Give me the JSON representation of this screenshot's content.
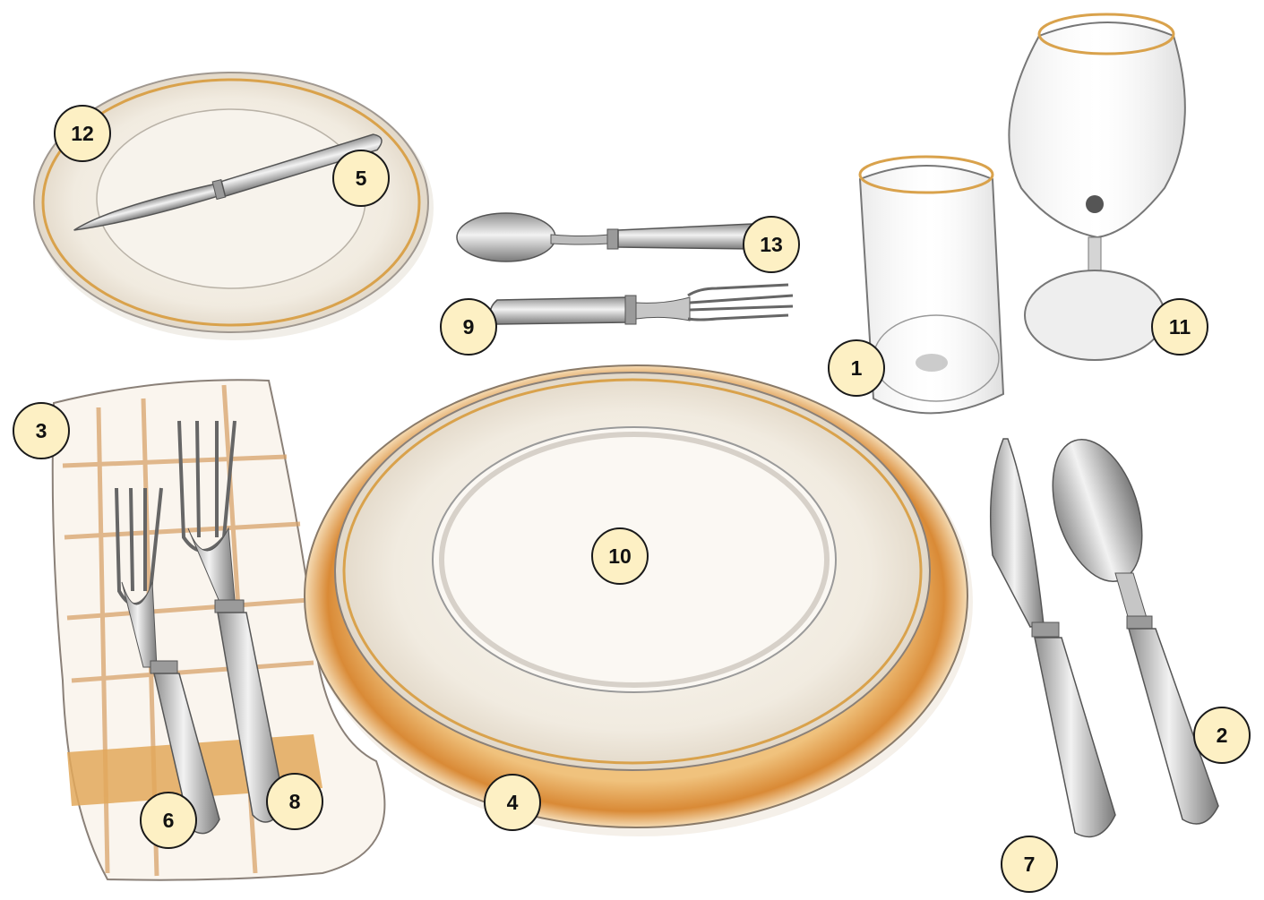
{
  "colors": {
    "badge_fill": "#fdf0c4",
    "badge_border": "#1a1a1a",
    "gold_rim": "#d9a24c",
    "charger_gold": "#e7a85a",
    "plate_cream": "#f6f1e8",
    "silver": "#c9c9c9",
    "napkin_stripe": "#d8a36a"
  },
  "markers": [
    {
      "key": "b1",
      "label": "1"
    },
    {
      "key": "b2",
      "label": "2"
    },
    {
      "key": "b3",
      "label": "3"
    },
    {
      "key": "b4",
      "label": "4"
    },
    {
      "key": "b5",
      "label": "5"
    },
    {
      "key": "b6",
      "label": "6"
    },
    {
      "key": "b7",
      "label": "7"
    },
    {
      "key": "b8",
      "label": "8"
    },
    {
      "key": "b9",
      "label": "9"
    },
    {
      "key": "b10",
      "label": "10"
    },
    {
      "key": "b11",
      "label": "11"
    },
    {
      "key": "b12",
      "label": "12"
    },
    {
      "key": "b13",
      "label": "13"
    }
  ]
}
